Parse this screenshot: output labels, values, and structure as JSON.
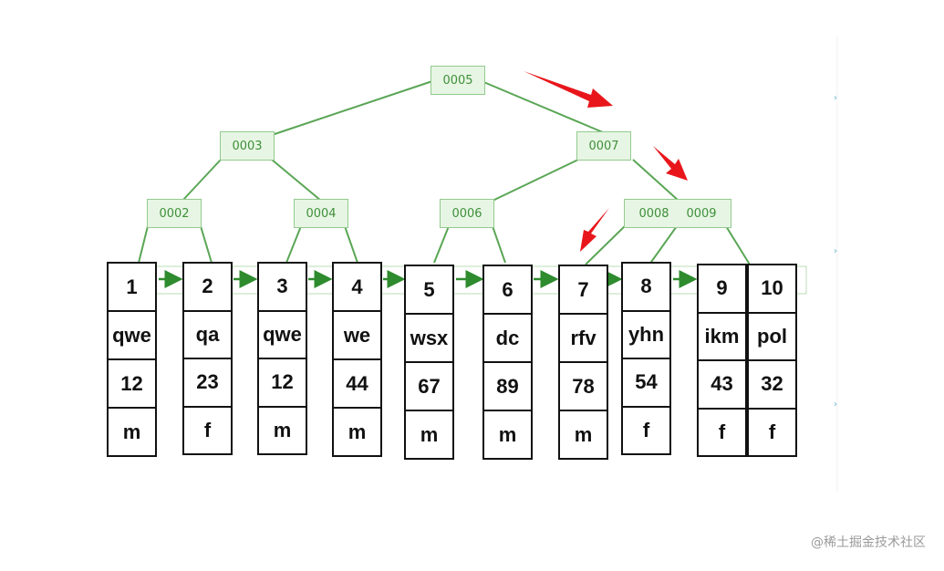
{
  "root": "0005",
  "level2": [
    "0003",
    "0007"
  ],
  "level3": [
    "0002",
    "0004",
    "0006",
    "0008",
    "0009"
  ],
  "leaves": [
    {
      "id": "1",
      "name": "qwe",
      "age": "12",
      "sex": "m"
    },
    {
      "id": "2",
      "name": "qa",
      "age": "23",
      "sex": "f"
    },
    {
      "id": "3",
      "name": "qwe",
      "age": "12",
      "sex": "m"
    },
    {
      "id": "4",
      "name": "we",
      "age": "44",
      "sex": "m"
    },
    {
      "id": "5",
      "name": "wsx",
      "age": "67",
      "sex": "m"
    },
    {
      "id": "6",
      "name": "dc",
      "age": "89",
      "sex": "m"
    },
    {
      "id": "7",
      "name": "rfv",
      "age": "78",
      "sex": "m"
    },
    {
      "id": "8",
      "name": "yhn",
      "age": "54",
      "sex": "f"
    },
    {
      "id": "9",
      "name": "ikm",
      "age": "43",
      "sex": "f"
    },
    {
      "id": "10",
      "name": "pol",
      "age": "32",
      "sex": "f"
    }
  ],
  "colors": {
    "node_fill": "#e7f6e4",
    "node_border": "#93c98e",
    "edge": "#5aa655",
    "link_arrow": "#2e8b2e",
    "highlight_arrow": "#e8161b"
  },
  "watermark": "@稀土掘金技术社区",
  "edge_marks": [
    "›",
    "›",
    "›"
  ]
}
